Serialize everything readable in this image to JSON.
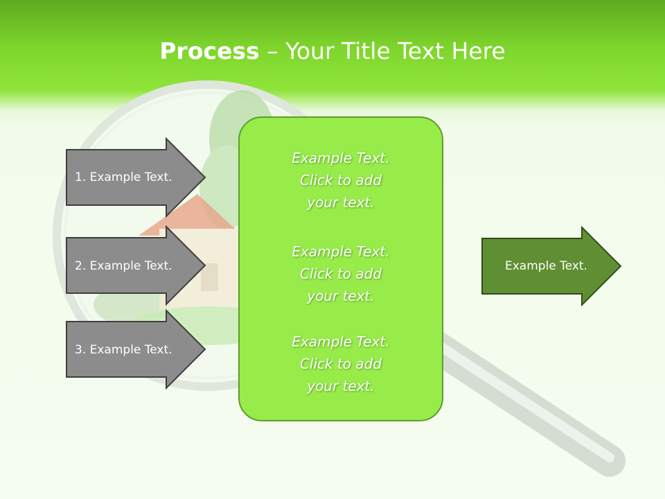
{
  "title": {
    "bold": "Process",
    "rest": " – Your Title Text Here"
  },
  "left_arrows": [
    {
      "label": "1. Example Text."
    },
    {
      "label": "2. Example Text."
    },
    {
      "label": "3. Example Text."
    }
  ],
  "center_blocks": [
    {
      "line1": "Example Text.",
      "line2": "Click  to add",
      "line3": "your text."
    },
    {
      "line1": "Example Text.",
      "line2": "Click  to add",
      "line3": "your text."
    },
    {
      "line1": "Example Text.",
      "line2": "Click  to add",
      "line3": "your text."
    }
  ],
  "right_arrow": {
    "label": "Example Text."
  },
  "colors": {
    "header_green": "#7ed62c",
    "box_green": "#97ec4a",
    "arrow_gray": "#8c8c8c",
    "arrow_dark_green": "#5f8f32"
  },
  "icons": [
    "magnifier-illustration",
    "house-illustration",
    "tree-illustration"
  ]
}
